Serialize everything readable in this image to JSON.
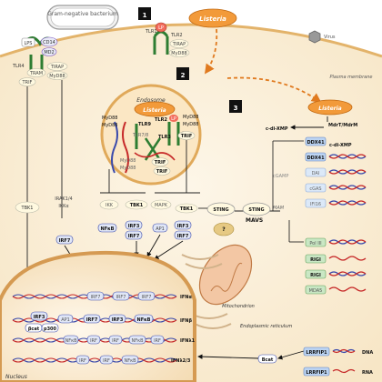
{
  "panels": [
    "1",
    "2",
    "3"
  ],
  "bacterium": {
    "label": "Gram-negative bacterium"
  },
  "virus": {
    "label": "Virus"
  },
  "membrane": {
    "label": "Plasma membrane"
  },
  "endosome": {
    "label": "Endosome"
  },
  "listeria": {
    "label": "Listeria"
  },
  "receptors": {
    "lps": "LPS",
    "cd14": "CD14",
    "md2": "MD2",
    "tlr4": "TLR4",
    "tram": "TRAM",
    "tirap": "TIRAP",
    "myd88": "MyD88",
    "trif": "TRIF",
    "tlr16": "TLR1/6",
    "lp": "LP",
    "tlr2": "TLR2",
    "tlr9": "TLR9",
    "tlr78": "TLR7/8",
    "tlr3": "TLR3",
    "question": "?"
  },
  "cytosol": {
    "c_di_xmp": "c-di-XMP",
    "mdrt": "MdrT/MdrM",
    "ddx41": "DDX41",
    "dai": "DAI",
    "cgas": "cGAS",
    "cgamp": "cGAMP",
    "ifi16": "IFI16",
    "sting": "STING",
    "mam": "MAM",
    "mavs": "MAVS",
    "pol3": "Pol III",
    "rigi": "RIGI",
    "mda5": "MDA5",
    "mitochondrion": "Mitochondrion",
    "er": "Endoplasmic reticulum",
    "lrrfip1": "LRRFIP1",
    "bcat": "Bcat",
    "dna": "DNA",
    "rna": "RNA"
  },
  "kinases": {
    "tbk1": "TBK1",
    "irak14": "IRAK1/4",
    "ikka": "IKKα",
    "ikk": "IKK",
    "mapk": "MAPK",
    "nfkb": "NFκB",
    "ap1": "AP1",
    "irf3": "IRF3",
    "irf7": "IRF7"
  },
  "nucleus": {
    "label": "Nucleus",
    "p300": "p300",
    "bcat": "βcat",
    "genes": [
      "IFNα",
      "IFNβ",
      "IFNλ1",
      "IFNλ2/3"
    ],
    "irf": "IRF",
    "nfkb": "NFκB",
    "irf3": "IRF3",
    "irf7": "IRF7",
    "ap1": "AP1"
  }
}
